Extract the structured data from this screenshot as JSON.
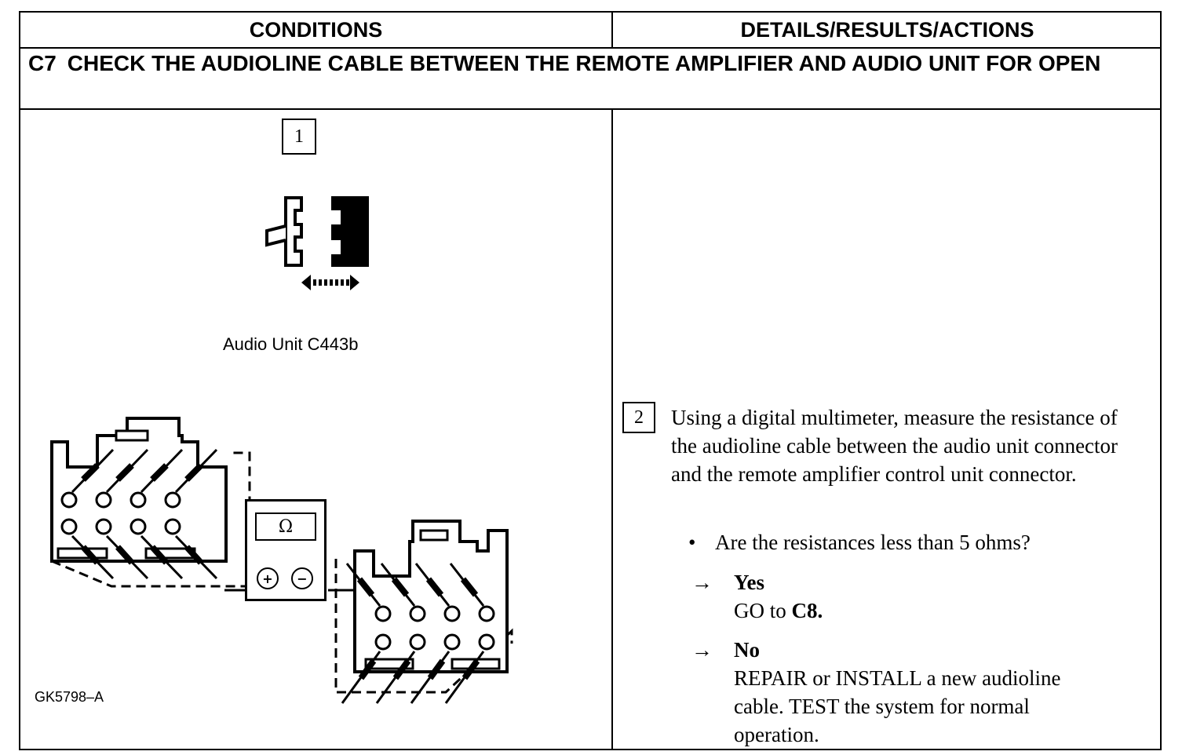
{
  "header": {
    "conditions": "CONDITIONS",
    "details": "DETAILS/RESULTS/ACTIONS"
  },
  "step": {
    "code": "C7",
    "title": "CHECK THE AUDIOLINE CABLE BETWEEN THE REMOTE AMPLIFIER AND AUDIO UNIT FOR OPEN"
  },
  "left": {
    "step1_number": "1",
    "connector_caption": "Audio Unit C443b",
    "meter_symbol": "Ω",
    "meter_plus": "+",
    "meter_minus": "−",
    "figure_id": "GK5798–A"
  },
  "right": {
    "step2_number": "2",
    "instruction": "Using a digital multimeter, measure the resistance of the audioline cable between the audio unit connector and the remote amplifier control unit connector.",
    "question": "Are the resistances less than 5 ohms?",
    "yes": {
      "arrow": "→",
      "label": "Yes",
      "action_prefix": "GO to ",
      "action_target": "C8."
    },
    "no": {
      "arrow": "→",
      "label": "No",
      "action": "REPAIR or INSTALL a new audioline cable. TEST the system for normal operation."
    }
  }
}
